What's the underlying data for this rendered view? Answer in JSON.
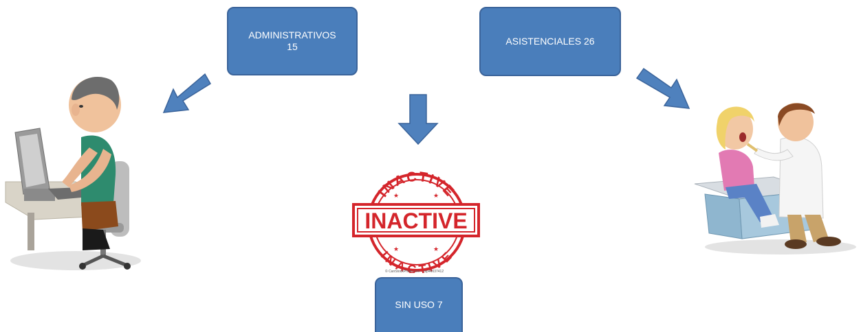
{
  "diagram": {
    "boxes": {
      "administrativos": {
        "line1": "ADMINISTRATIVOS",
        "line2": "15"
      },
      "asistenciales": {
        "label": "ASISTENCIALES 26"
      },
      "sin_uso": {
        "label": "SIN USO 7"
      }
    },
    "stamp": {
      "top_arc": "INACTIVE",
      "center": "INACTIVE",
      "bottom_arc": "INACTIVE",
      "credit": "© CanStockPhoto.com - csp46037412"
    },
    "colors": {
      "box_fill": "#4a7ebb",
      "box_border": "#3a639a",
      "arrow_fill": "#4f81bd",
      "stamp_red": "#d4252b"
    },
    "illustrations": [
      "man-at-computer",
      "doctor-examining-patient"
    ]
  }
}
